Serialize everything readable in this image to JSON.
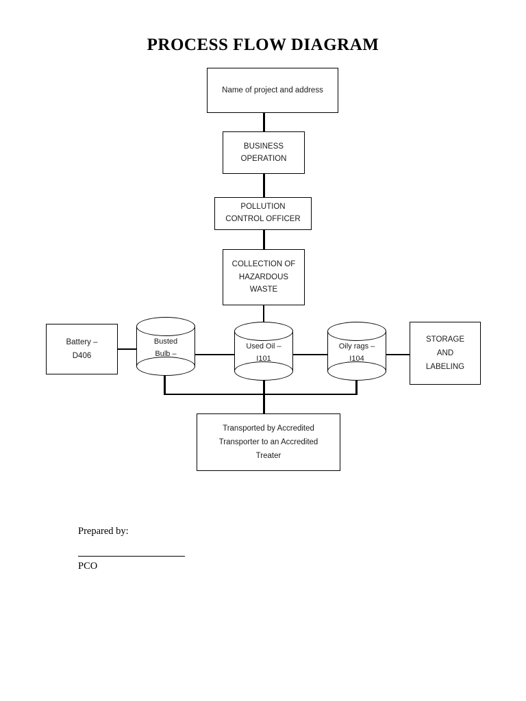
{
  "document": {
    "title": "PROCESS FLOW DIAGRAM"
  },
  "diagram": {
    "type": "flowchart",
    "nodes": [
      {
        "id": "project",
        "shape": "rectangle",
        "label": "Name of project and address"
      },
      {
        "id": "business",
        "shape": "rectangle",
        "label": "BUSINESS\nOPERATION"
      },
      {
        "id": "pco",
        "shape": "rectangle",
        "label": "POLLUTION\nCONTROL OFFICER"
      },
      {
        "id": "collection",
        "shape": "rectangle",
        "label": "COLLECTION OF\nHAZARDOUS\nWASTE"
      },
      {
        "id": "battery",
        "shape": "rectangle",
        "label": "Battery –\nD406"
      },
      {
        "id": "bulb",
        "shape": "cylinder",
        "label": "Busted\nBulb –"
      },
      {
        "id": "oil",
        "shape": "cylinder",
        "label": "Used Oil –\nI101"
      },
      {
        "id": "rags",
        "shape": "cylinder",
        "label": "Oily rags –\nI104"
      },
      {
        "id": "storage",
        "shape": "rectangle",
        "label": "STORAGE\nAND\nLABELING"
      },
      {
        "id": "transport",
        "shape": "rectangle",
        "label": "Transported by Accredited\nTransporter to an Accredited\nTreater"
      }
    ],
    "edges": [
      {
        "from": "project",
        "to": "business",
        "orientation": "vertical"
      },
      {
        "from": "business",
        "to": "pco",
        "orientation": "vertical"
      },
      {
        "from": "pco",
        "to": "collection",
        "orientation": "vertical"
      },
      {
        "from": "collection",
        "to": "oil",
        "orientation": "vertical"
      },
      {
        "from": "battery",
        "to": "bulb",
        "orientation": "horizontal"
      },
      {
        "from": "bulb",
        "to": "oil",
        "orientation": "horizontal"
      },
      {
        "from": "oil",
        "to": "rags",
        "orientation": "horizontal"
      },
      {
        "from": "rags",
        "to": "storage",
        "orientation": "horizontal"
      },
      {
        "from": "bulb",
        "to": "transport",
        "orientation": "vertical-bus"
      },
      {
        "from": "oil",
        "to": "transport",
        "orientation": "vertical-bus"
      },
      {
        "from": "rags",
        "to": "transport",
        "orientation": "vertical-bus"
      }
    ]
  },
  "footer": {
    "prepared_by": "Prepared by:",
    "signature_line": "",
    "role": "PCO"
  },
  "colors": {
    "ink": "#000000",
    "text": "#1a1a1a",
    "background": "#ffffff"
  }
}
